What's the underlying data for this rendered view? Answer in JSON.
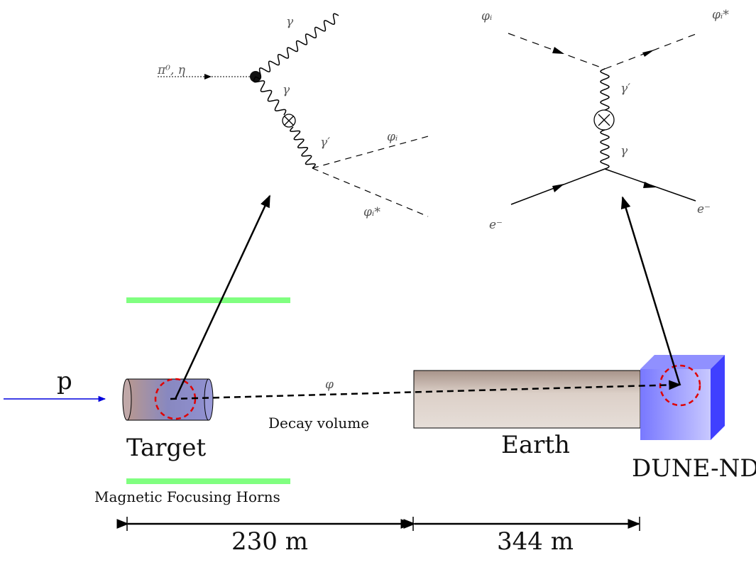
{
  "feynman_production": {
    "incoming": "π⁰, η",
    "photon_out": "γ",
    "photon_internal": "γ",
    "dark_photon": "γ′",
    "scalar": "φᵢ",
    "antiscalar": "φᵢ*"
  },
  "feynman_scattering": {
    "scalar_in": "φᵢ",
    "scalar_out": "φᵢ*",
    "dark_photon": "γ′",
    "photon": "γ",
    "electron_in": "e⁻",
    "electron_out": "e⁻"
  },
  "setup": {
    "beam_label": "p",
    "target_label": "Target",
    "horns_label": "Magnetic Focusing Horns",
    "particle_label": "φ",
    "decay_volume_label": "Decay volume",
    "earth_label": "Earth",
    "detector_label": "DUNE-ND",
    "distance_1": "230 m",
    "distance_2": "344 m"
  },
  "colors": {
    "horn": "#80ff80",
    "beam": "#0000dd",
    "highlight": "#e00000",
    "detector": "#7070ff"
  }
}
